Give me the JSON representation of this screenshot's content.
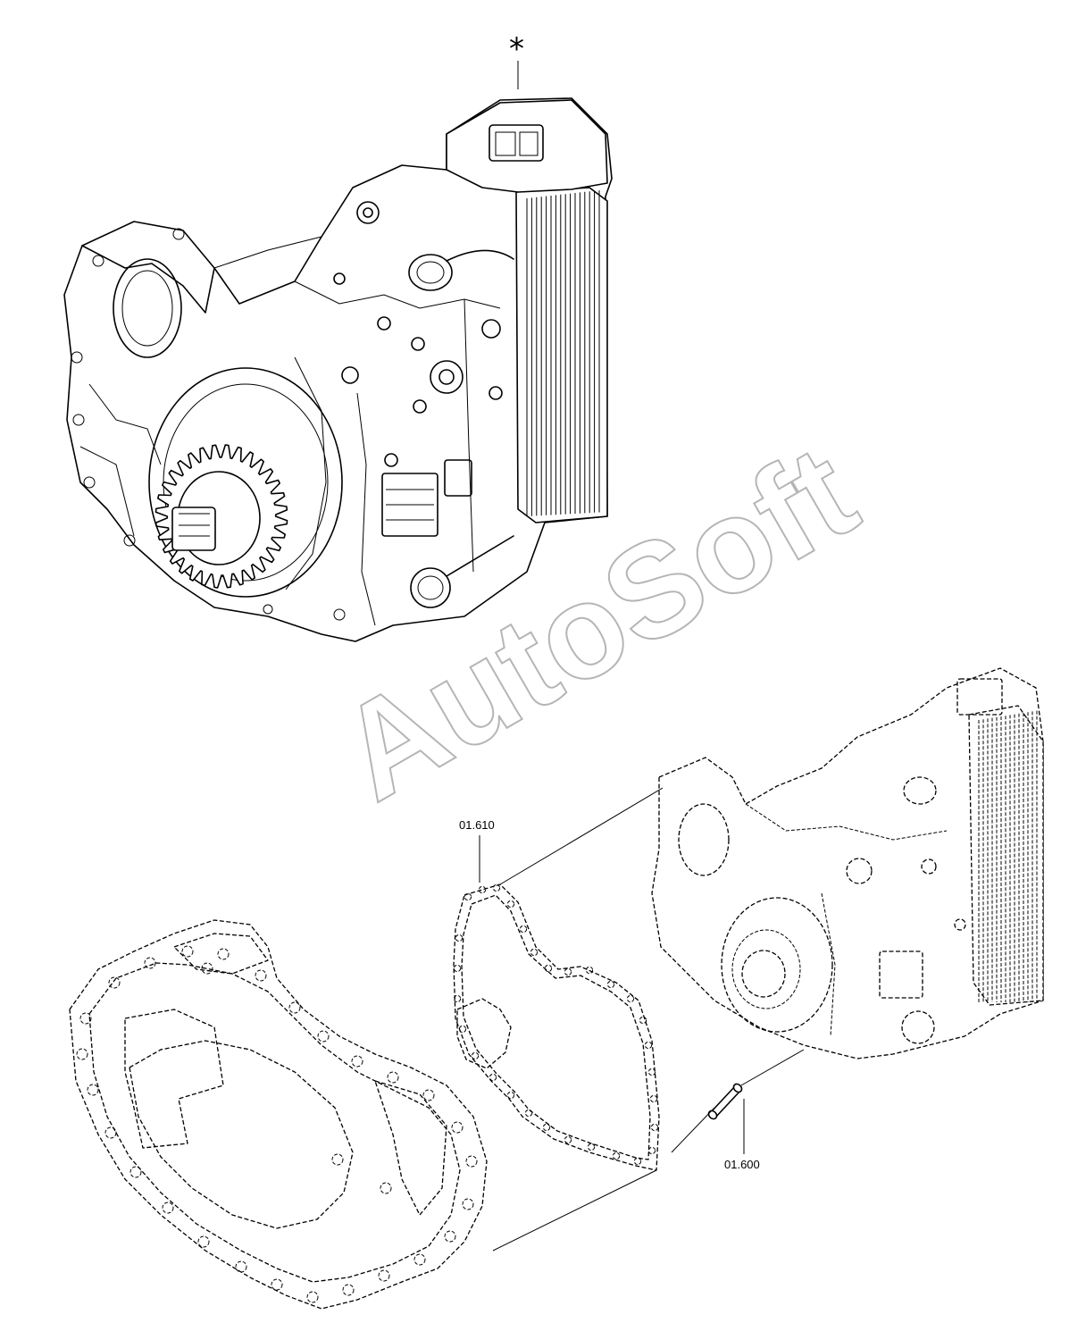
{
  "watermark": "AutoSoft",
  "callouts": {
    "assembly_marker": "*",
    "gasket": "01.610",
    "dowel_pin": "01.600"
  },
  "colors": {
    "line": "#000000",
    "background": "#ffffff",
    "watermark": "#7a7a7a"
  }
}
